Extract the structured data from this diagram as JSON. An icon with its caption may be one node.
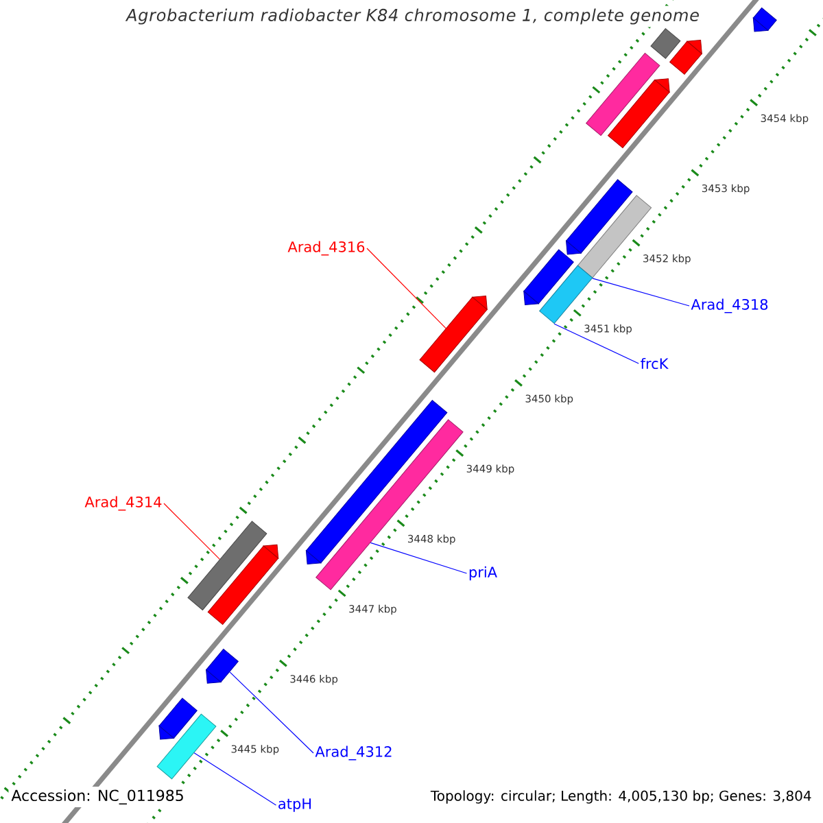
{
  "diagram": {
    "title": "Agrobacterium radiobacter K84 chromosome 1, complete genome",
    "nodes": [
      {
        "text": [
          "Arad_4316"
        ]
      },
      {
        "text": [],
        "shape": "bar"
      },
      {
        "text": [
          "Arad_4318"
        ]
      },
      {
        "text": [],
        "shape": "bar"
      },
      {
        "text": [
          "frcK"
        ]
      },
      {
        "text": [],
        "shape": "bar"
      },
      {
        "text": [
          "Arad_4314"
        ]
      },
      {
        "text": [],
        "shape": "bar"
      },
      {
        "text": [
          "priA"
        ]
      },
      {
        "text": [],
        "shape": "bar"
      },
      {
        "text": [
          "Arad_4312"
        ]
      },
      {
        "text": [],
        "shape": "bar"
      },
      {
        "text": [
          "atpH"
        ]
      },
      {
        "text": [],
        "shape": "bar"
      },
      {
        "text": [],
        "shape": "bar"
      },
      {
        "text": [],
        "shape": "bar"
      },
      {
        "text": [],
        "shape": "bar"
      },
      {
        "text": [],
        "shape": "bar"
      },
      {
        "text": [],
        "shape": "bar"
      },
      {
        "text": [],
        "shape": "bar"
      },
      {
        "text": [],
        "shape": "bar"
      },
      {
        "text": [],
        "shape": "bar"
      },
      {
        "text": [],
        "shape": "bar"
      },
      {
        "text": [],
        "shape": "bar"
      }
    ],
    "edges": [
      {
        "from": 0,
        "to": 1,
        "arrow": "none",
        "color": "#ff0000"
      },
      {
        "from": 2,
        "to": 3,
        "arrow": "none"
      },
      {
        "from": 4,
        "to": 5,
        "arrow": "none"
      },
      {
        "from": 6,
        "to": 7,
        "arrow": "none",
        "color": "#ff0000"
      },
      {
        "from": 8,
        "to": 9,
        "arrow": "none"
      },
      {
        "from": 10,
        "to": 11,
        "arrow": "none"
      },
      {
        "from": 12,
        "to": 13,
        "arrow": "none"
      }
    ],
    "labels": [
      "3454 kbp",
      "3453 kbp",
      "3452 kbp",
      "3451 kbp",
      "3450 kbp",
      "3449 kbp",
      "3448 kbp",
      "3447 kbp",
      "3446 kbp",
      "3445 kbp",
      "Accession: NC_011985",
      "Topology: circular; Length: 4,005,130 bp; Genes: 3,804"
    ]
  }
}
